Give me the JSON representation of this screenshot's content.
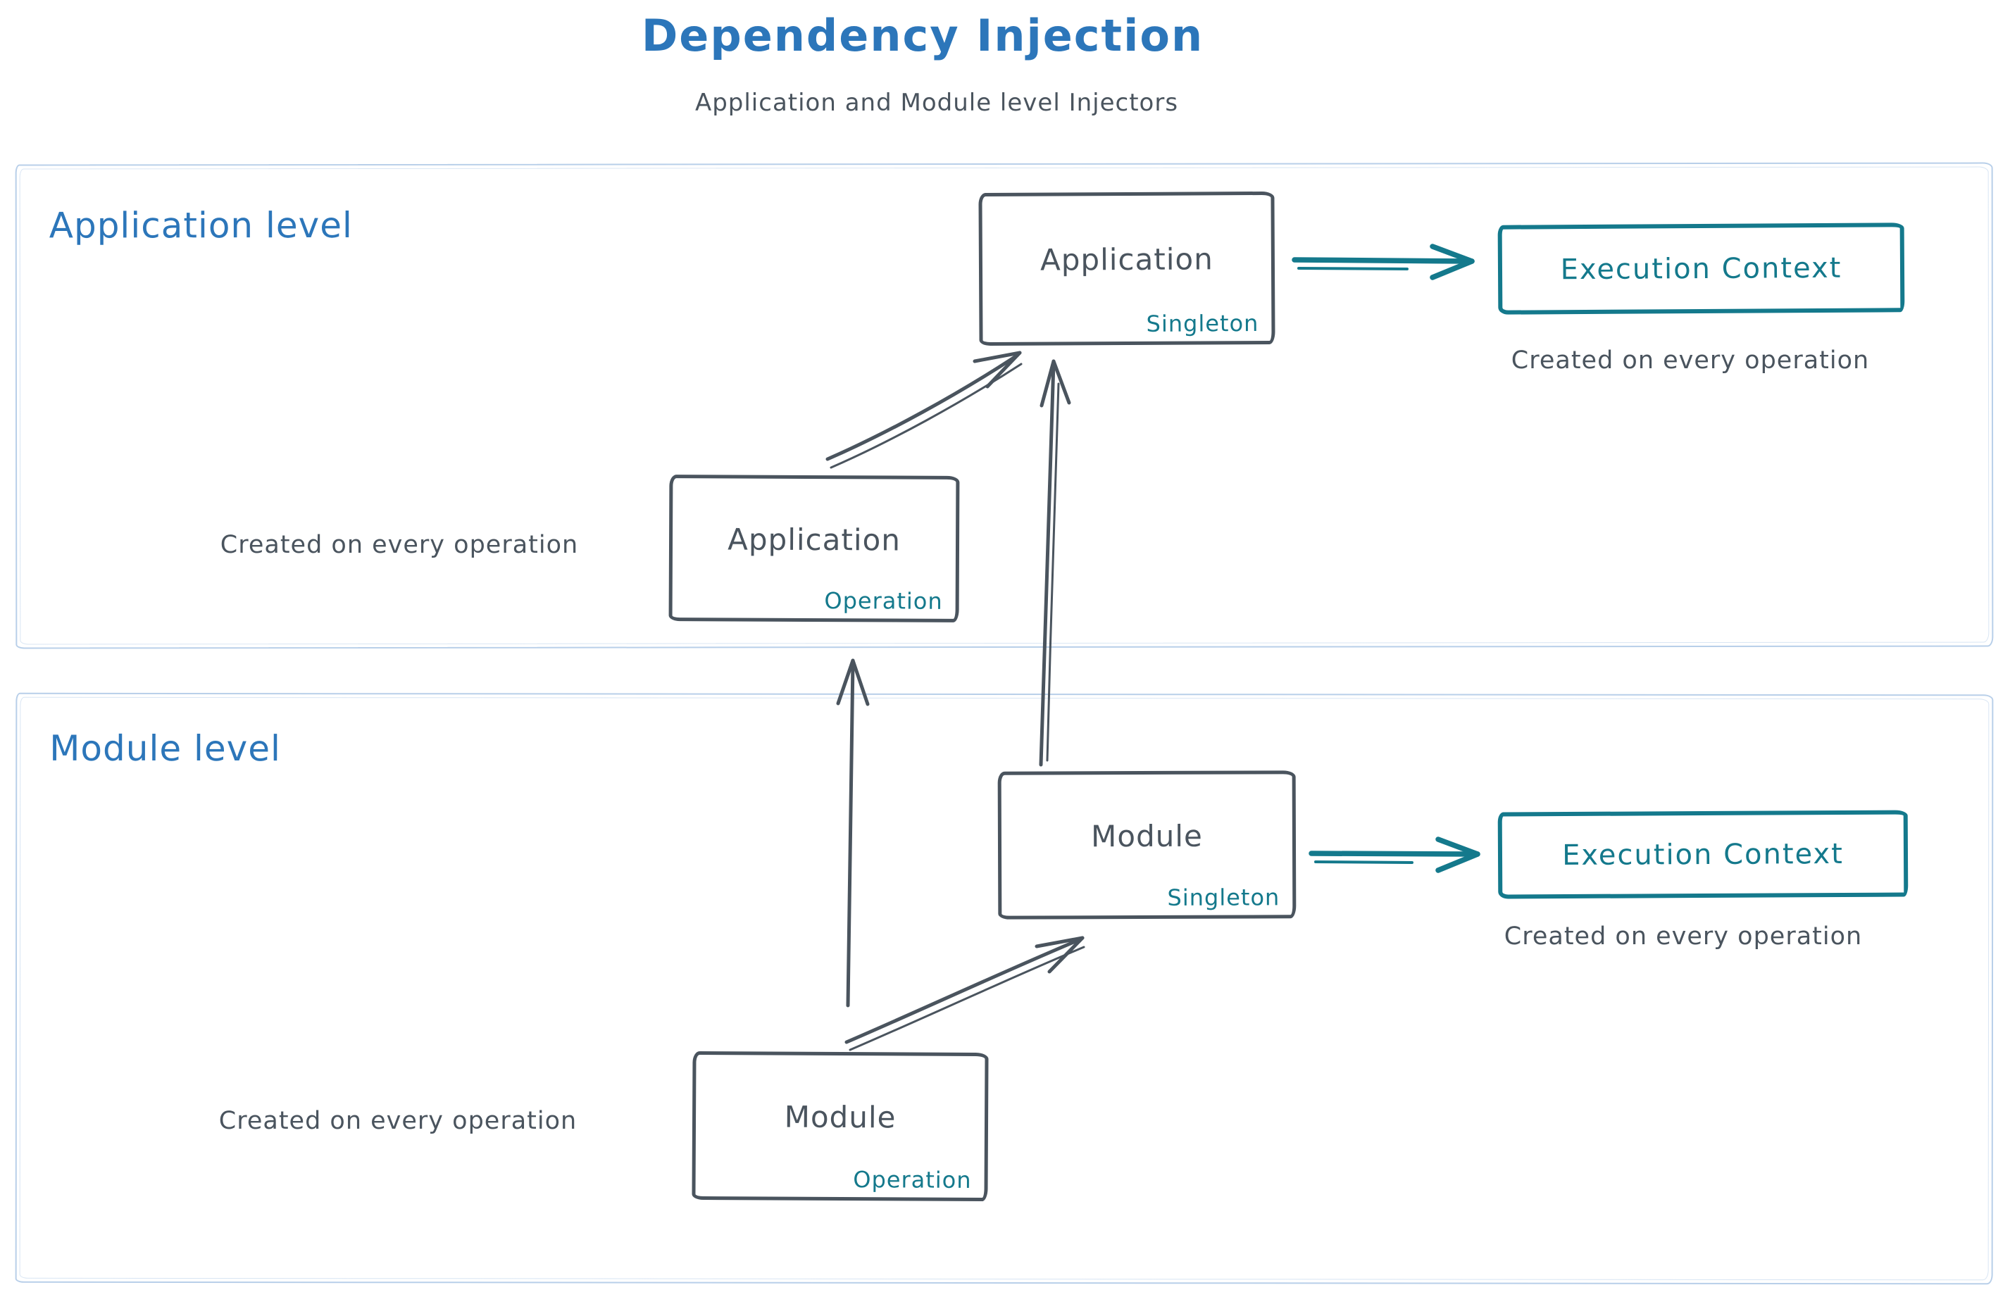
{
  "title": "Dependency Injection",
  "subtitle": "Application and Module level Injectors",
  "colors": {
    "blue": "#2c76ba",
    "dark": "#4a545e",
    "teal": "#14798c",
    "container": "#b8cfe9",
    "bg": "#ffffff"
  },
  "sections": {
    "application": {
      "label": "Application level"
    },
    "module": {
      "label": "Module level"
    }
  },
  "nodes": {
    "app_singleton": {
      "label": "Application",
      "sublabel": "Singleton"
    },
    "app_operation": {
      "label": "Application",
      "sublabel": "Operation"
    },
    "module_singleton": {
      "label": "Module",
      "sublabel": "Singleton"
    },
    "module_operation": {
      "label": "Module",
      "sublabel": "Operation"
    },
    "app_exec_context": {
      "label": "Execution Context"
    },
    "module_exec_context": {
      "label": "Execution Context"
    }
  },
  "captions": {
    "app_exec_context": "Created on every operation",
    "app_operation": "Created on every operation",
    "module_exec_context": "Created on every operation",
    "module_operation": "Created on every operation"
  }
}
